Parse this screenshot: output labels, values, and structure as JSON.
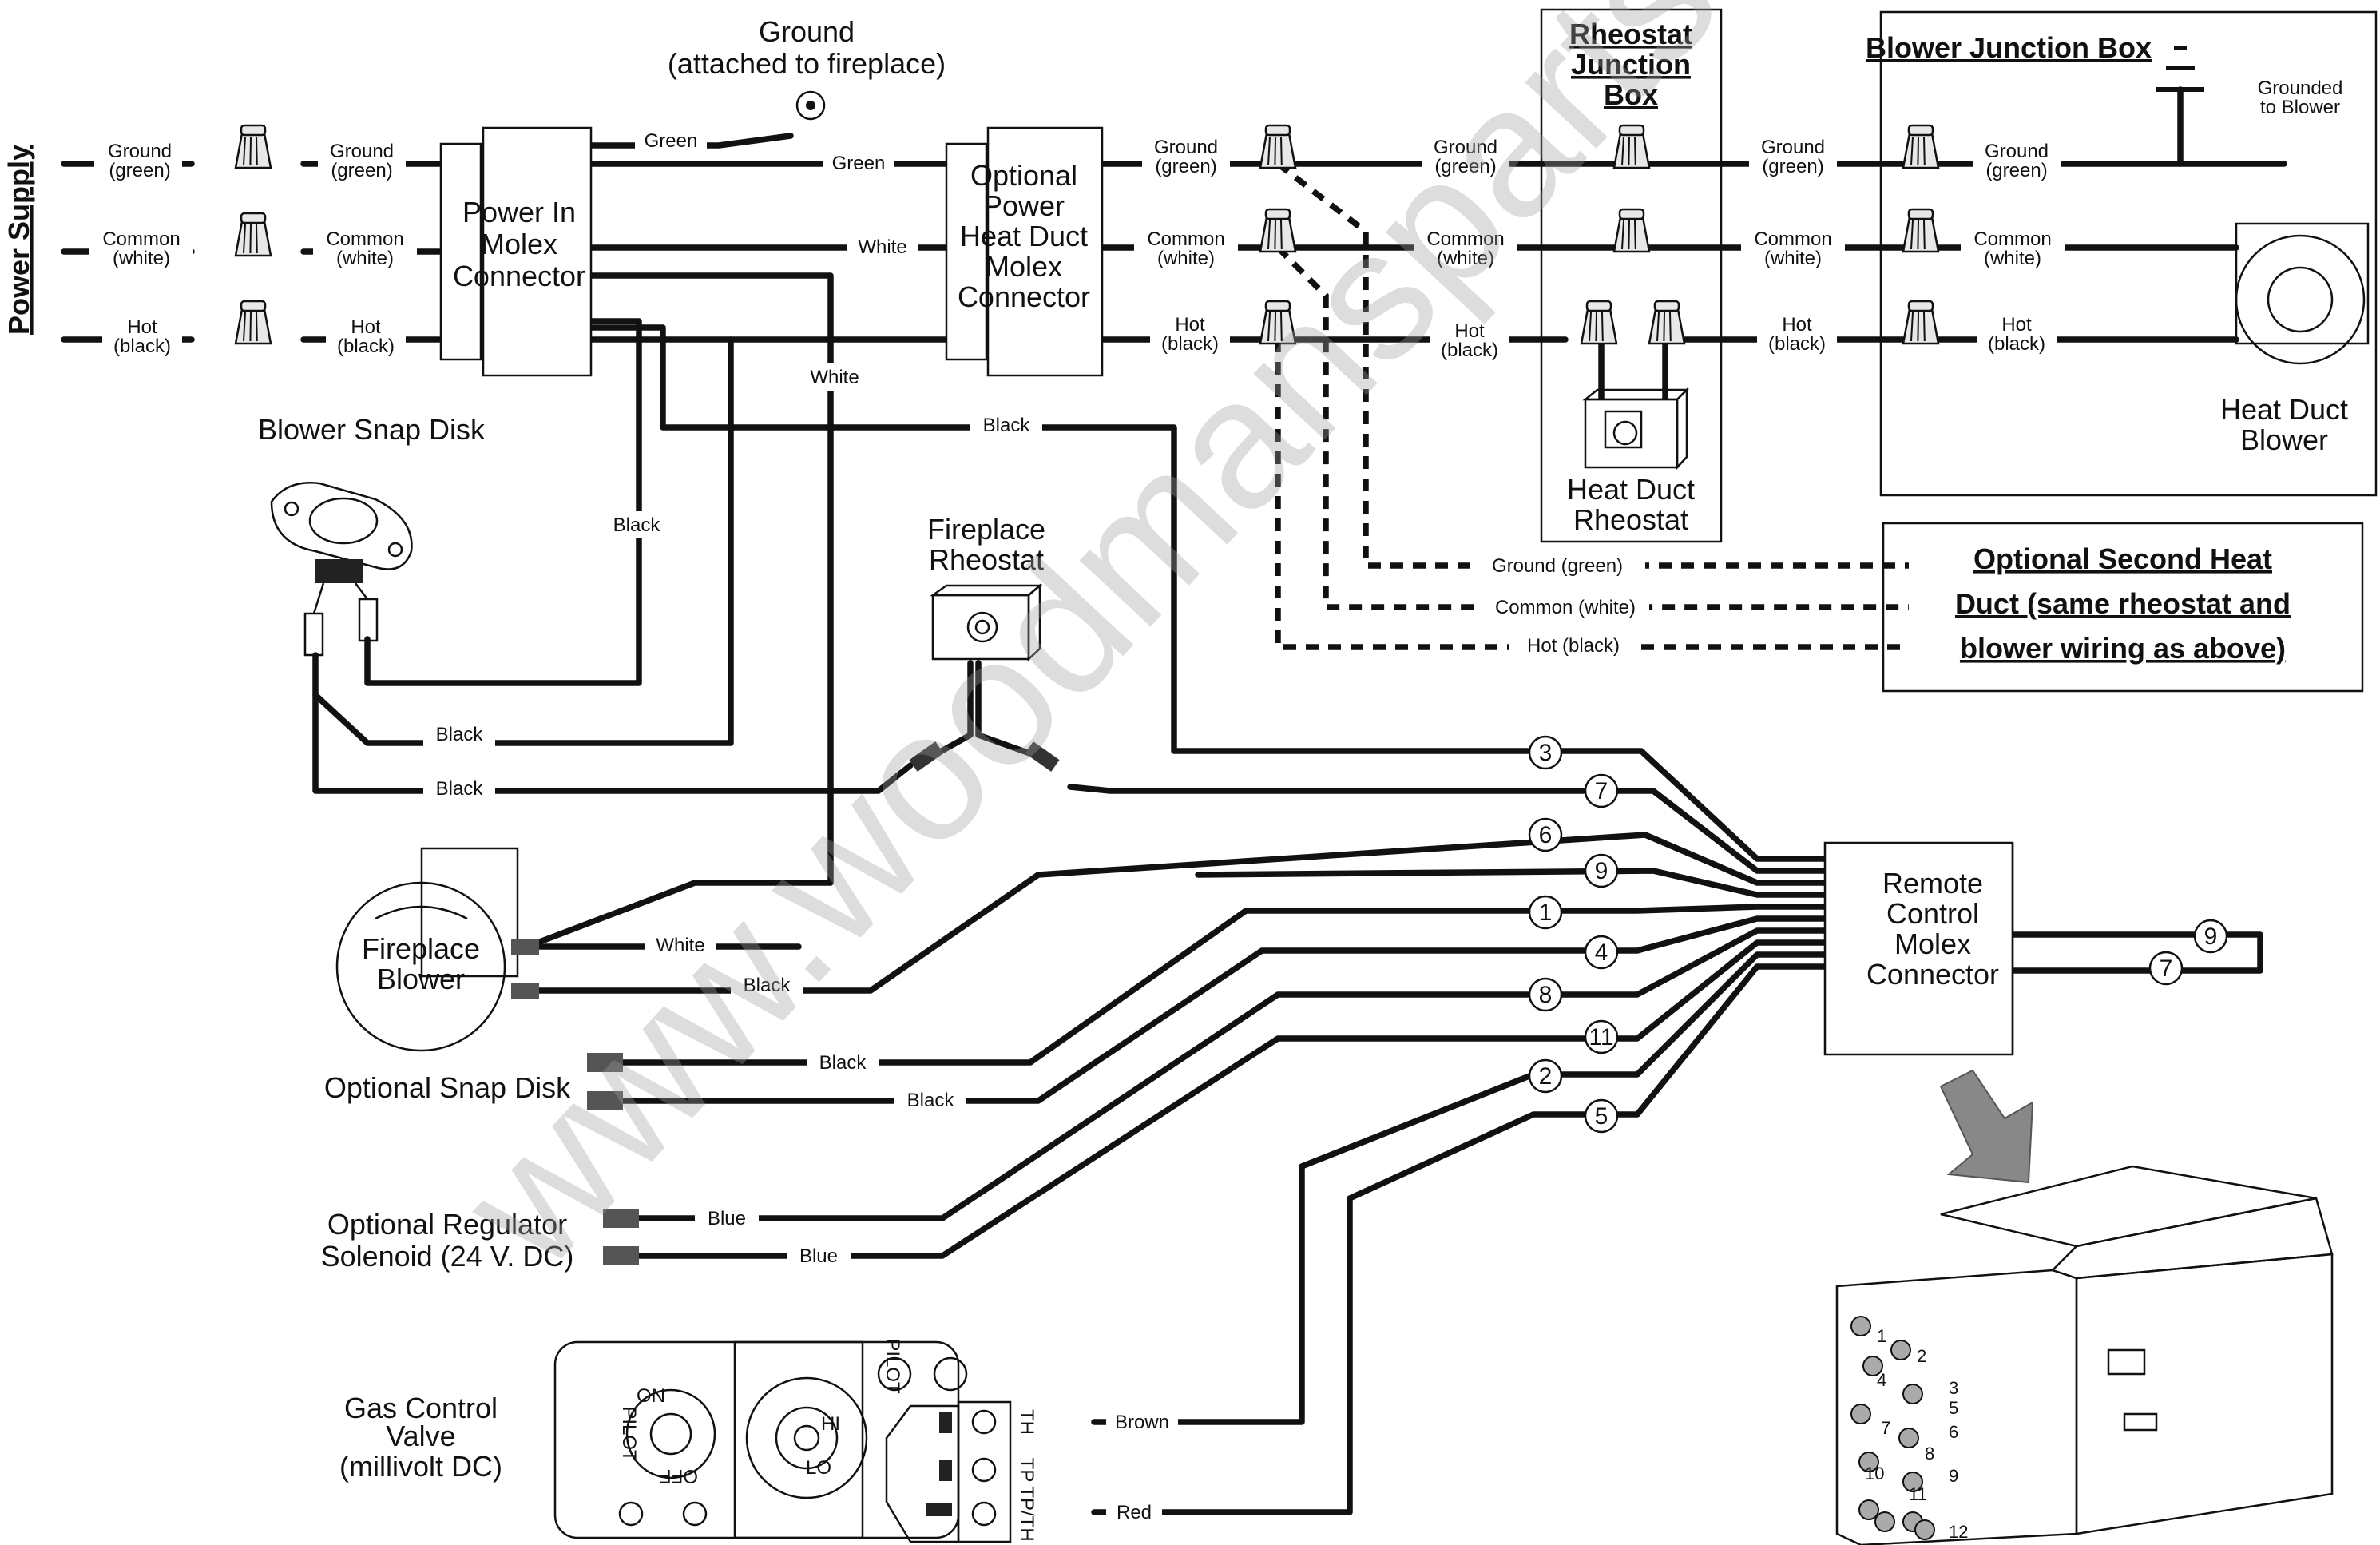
{
  "watermark": "www.woodmansparts plus.c",
  "power_supply": "Power Supply",
  "ground_fireplace": [
    "Ground",
    "(attached to fireplace)"
  ],
  "wire_labels": {
    "ground_green": [
      "Ground",
      "(green)"
    ],
    "common_white": [
      "Common",
      "(white)"
    ],
    "hot_black": [
      "Hot",
      "(black)"
    ],
    "green": "Green",
    "white": "White",
    "black": "Black",
    "blue": "Blue",
    "brown": "Brown",
    "red": "Red",
    "dash_ground": "Ground (green)",
    "dash_common": "Common (white)",
    "dash_hot": "Hot (black)"
  },
  "components": {
    "power_in_molex": [
      "Power In",
      "Molex",
      "Connector"
    ],
    "optional_heat_duct_molex": [
      "Optional",
      "Power",
      "Heat Duct",
      "Molex",
      "Connector"
    ],
    "rheostat_junction_box": [
      "Rheostat",
      "Junction",
      "Box"
    ],
    "heat_duct_rheostat": [
      "Heat Duct",
      "Rheostat"
    ],
    "blower_junction_box": "Blower Junction Box",
    "grounded_to_blower": [
      "Grounded",
      "to Blower"
    ],
    "heat_duct_blower": [
      "Heat Duct",
      "Blower"
    ],
    "optional_second_heat_duct": [
      "Optional Second Heat",
      "Duct (same rheostat and",
      "blower wiring as above)"
    ],
    "blower_snap_disk": "Blower Snap Disk",
    "fireplace_rheostat": [
      "Fireplace",
      "Rheostat"
    ],
    "fireplace_blower": [
      "Fireplace",
      "Blower"
    ],
    "optional_snap_disk": "Optional Snap Disk",
    "optional_regulator": [
      "Optional Regulator",
      "Solenoid (24 V. DC)"
    ],
    "gas_control_valve": [
      "Gas Control",
      "Valve",
      "(millivolt DC)"
    ],
    "remote_control_molex": [
      "Remote",
      "Control",
      "Molex",
      "Connector"
    ]
  },
  "valve_markings": {
    "pilot": "PILOT",
    "on": "ON",
    "off": "OFF",
    "pilot_knob": "PILOT",
    "hi": "HI",
    "lo": "LO",
    "th": "TH",
    "tp": "TP",
    "tpth": "TP/TH"
  },
  "pin_numbers": [
    "3",
    "7",
    "6",
    "9",
    "1",
    "4",
    "8",
    "11",
    "2",
    "5"
  ],
  "loop_pins": [
    "9",
    "7"
  ],
  "connector_pins": [
    "1",
    "2",
    "3",
    "4",
    "5",
    "6",
    "7",
    "8",
    "9",
    "10",
    "11",
    "12"
  ]
}
